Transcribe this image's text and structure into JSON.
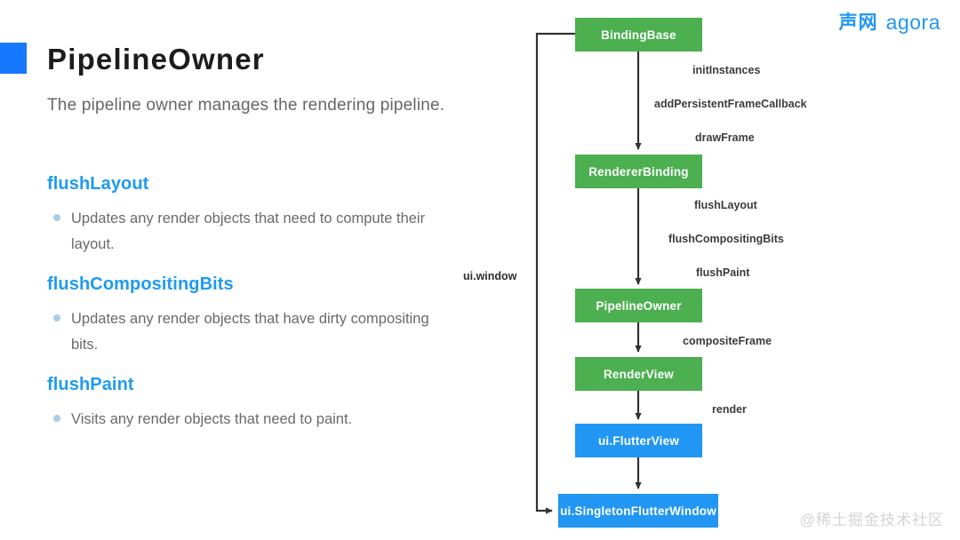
{
  "brand": {
    "cn": "声网",
    "en": "agora"
  },
  "header": {
    "title": "PipelineOwner",
    "subtitle": "The pipeline owner manages the rendering pipeline.",
    "accent_color": "#1677ff"
  },
  "sections": [
    {
      "title": "flushLayout",
      "bullets": [
        "Updates any render objects that need to compute their layout."
      ]
    },
    {
      "title": "flushCompositingBits",
      "bullets": [
        "Updates any render objects that have dirty compositing bits."
      ]
    },
    {
      "title": "flushPaint",
      "bullets": [
        "Visits any render objects that need to paint."
      ]
    }
  ],
  "diagram": {
    "title": "flutter rendering pipeline call flow",
    "colors": {
      "green": "#4caf50",
      "blue": "#2196f3",
      "arrow": "#333333"
    },
    "nodes": [
      {
        "id": "binding-base",
        "label": "BindingBase",
        "color": "green"
      },
      {
        "id": "renderer-binding",
        "label": "RendererBinding",
        "color": "green"
      },
      {
        "id": "pipeline-owner",
        "label": "PipelineOwner",
        "color": "green"
      },
      {
        "id": "render-view",
        "label": "RenderView",
        "color": "green"
      },
      {
        "id": "ui-flutter-view",
        "label": "ui.FlutterView",
        "color": "blue"
      },
      {
        "id": "ui-singleton-flutterwindow",
        "label": "ui.SingletonFlutterWindow",
        "color": "blue"
      }
    ],
    "edge_labels": [
      {
        "id": "init-instances",
        "label": "initInstances"
      },
      {
        "id": "add-persistent-frame-callback",
        "label": "addPersistentFrameCallback"
      },
      {
        "id": "draw-frame",
        "label": "drawFrame"
      },
      {
        "id": "flush-layout",
        "label": "flushLayout"
      },
      {
        "id": "flush-compositing-bits",
        "label": "flushCompositingBits"
      },
      {
        "id": "flush-paint",
        "label": "flushPaint"
      },
      {
        "id": "composite-frame",
        "label": "compositeFrame"
      },
      {
        "id": "render",
        "label": "render"
      },
      {
        "id": "ui-window",
        "label": "ui.window"
      }
    ]
  },
  "watermark": "@稀土掘金技术社区"
}
